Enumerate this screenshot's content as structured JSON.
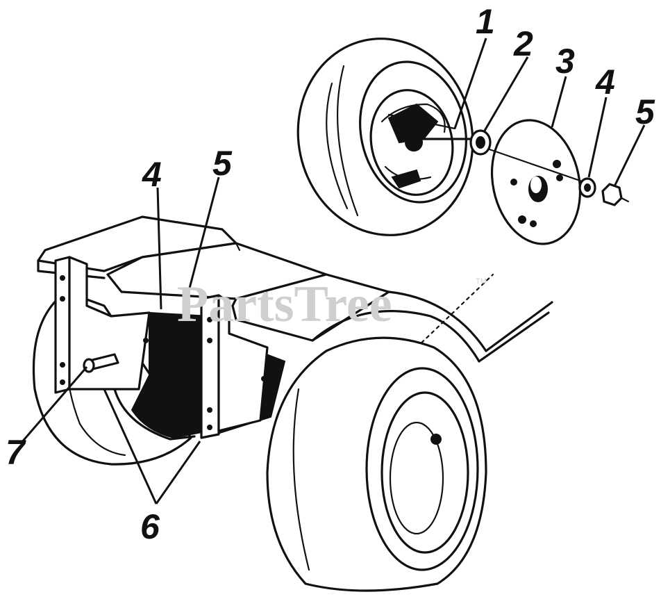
{
  "watermark": {
    "text": "PartsTree",
    "trademark": "TM"
  },
  "callouts": [
    "1",
    "2",
    "3",
    "4",
    "5",
    "4",
    "5",
    "6",
    "7"
  ]
}
